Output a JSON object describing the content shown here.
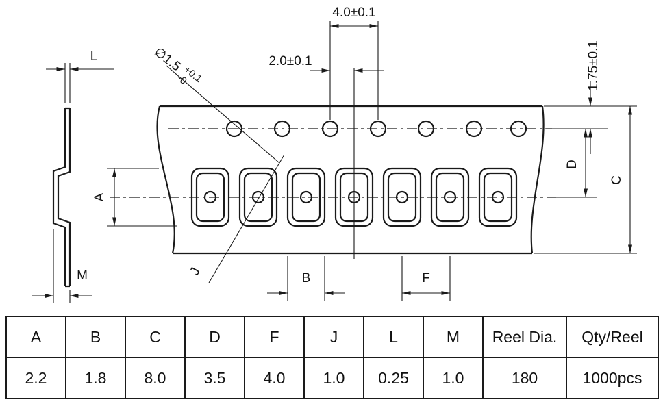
{
  "drawing": {
    "dims": {
      "sprocket_pitch_double": "4.0±0.1",
      "hole_to_pocket_center": "2.0±0.1",
      "edge_to_hole": "1.75±0.1",
      "hole_dia": "∅1.5",
      "hole_tol_plus": "+0.1",
      "hole_tol_minus": "-0",
      "label_a": "A",
      "label_b": "B",
      "label_c": "C",
      "label_d": "D",
      "label_f": "F",
      "label_j": "J",
      "label_l": "L",
      "label_m": "M"
    }
  },
  "table": {
    "headers": [
      "A",
      "B",
      "C",
      "D",
      "F",
      "J",
      "L",
      "M",
      "Reel Dia.",
      "Qty/Reel"
    ],
    "values": [
      "2.2",
      "1.8",
      "8.0",
      "3.5",
      "4.0",
      "1.0",
      "0.25",
      "1.0",
      "180",
      "1000pcs"
    ]
  }
}
